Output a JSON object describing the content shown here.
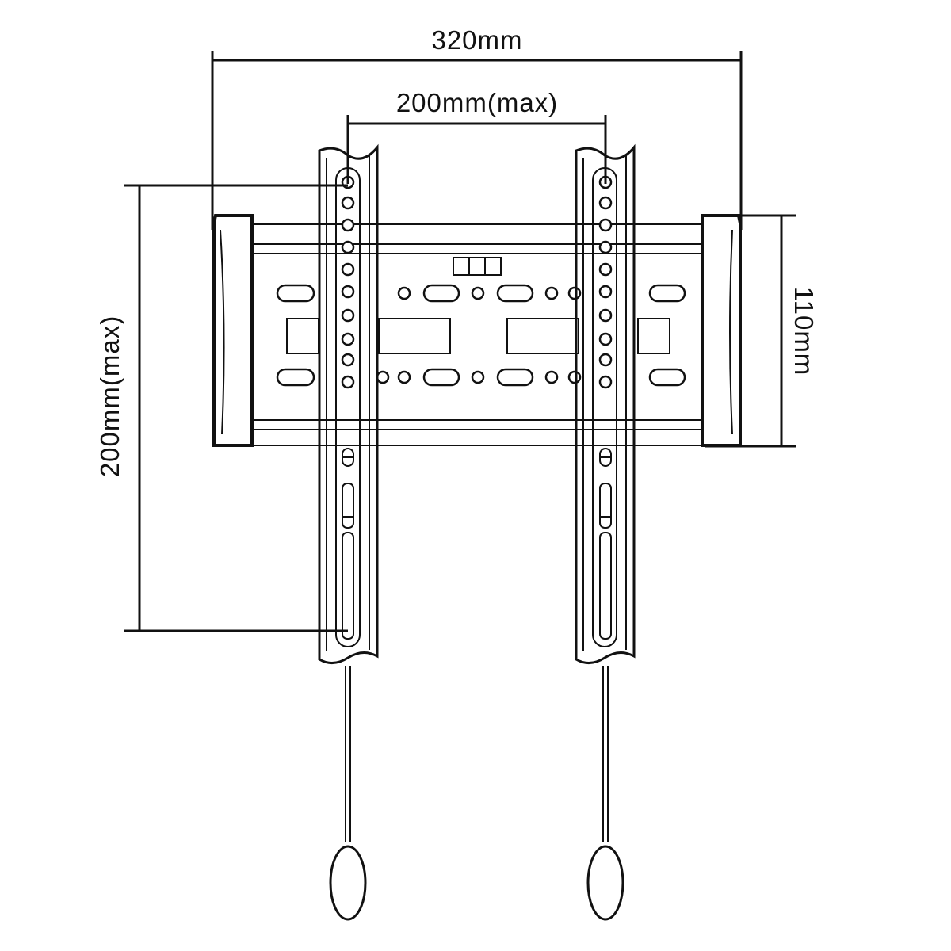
{
  "diagram": {
    "dimensions": {
      "overall_width": "320mm",
      "hole_spacing_horizontal": "200mm(max)",
      "hole_spacing_vertical": "200mm(max)",
      "wall_plate_height": "110mm"
    }
  },
  "colors": {
    "line": "#111111",
    "background": "#ffffff"
  }
}
